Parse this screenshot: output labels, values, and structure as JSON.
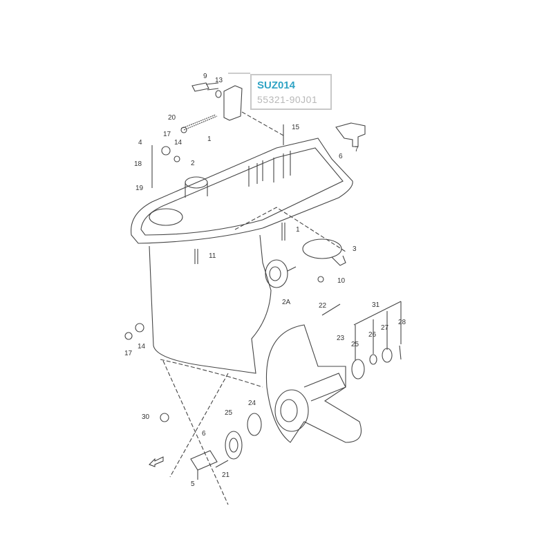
{
  "info_box": {
    "code": "SUZ014",
    "part_number": "55321-90J01"
  },
  "callouts": [
    "9",
    "13",
    "20",
    "17",
    "14",
    "4",
    "18",
    "19",
    "1",
    "2",
    "15",
    "6",
    "7",
    "1",
    "11",
    "3",
    "10",
    "2A",
    "22",
    "31",
    "28",
    "27",
    "26",
    "23",
    "25",
    "17",
    "14",
    "30",
    "24",
    "25",
    "6",
    "21",
    "5"
  ],
  "colors": {
    "code": "#2fa3c4",
    "part_number": "#b8b8b8",
    "line": "#444444"
  }
}
